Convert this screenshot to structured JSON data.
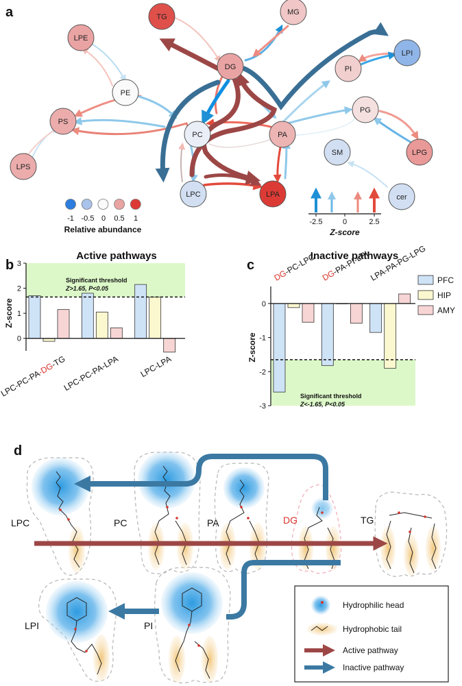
{
  "colors": {
    "red_dark": "#9c4746",
    "red": "#d9534f",
    "salmon": "#e98d84",
    "blue_dark": "#3a6f95",
    "blue": "#1e90d6",
    "blue_light": "#8ec8ea",
    "pfc": "#cfe3f7",
    "hip": "#fbf7cf",
    "amy": "#f8d5d5",
    "green_zone": "#dcf8c8"
  },
  "panel_a": {
    "letter": "a",
    "nodes": [
      {
        "id": "TG",
        "label": "TG",
        "value": 0.9
      },
      {
        "id": "MG",
        "label": "MG",
        "value": 0.3
      },
      {
        "id": "LPE",
        "label": "LPE",
        "value": 0.5
      },
      {
        "id": "DG",
        "label": "DG",
        "value": 0.5
      },
      {
        "id": "LPI",
        "label": "LPI",
        "value": -0.6
      },
      {
        "id": "PE",
        "label": "PE",
        "value": 0.0
      },
      {
        "id": "PI",
        "label": "PI",
        "value": 0.25
      },
      {
        "id": "PS",
        "label": "PS",
        "value": 0.45
      },
      {
        "id": "PC",
        "label": "PC",
        "value": -0.1
      },
      {
        "id": "PA",
        "label": "PA",
        "value": 0.4
      },
      {
        "id": "PG",
        "label": "PG",
        "value": 0.15
      },
      {
        "id": "SM",
        "label": "SM",
        "value": -0.25
      },
      {
        "id": "LPG",
        "label": "LPG",
        "value": 0.55
      },
      {
        "id": "cer",
        "label": "cer",
        "value": -0.25
      },
      {
        "id": "LPS",
        "label": "LPS",
        "value": 0.45
      },
      {
        "id": "LPC",
        "label": "LPC",
        "value": -0.25
      },
      {
        "id": "LPA",
        "label": "LPA",
        "value": 1.0
      }
    ],
    "abundance_legend": {
      "values": [
        "-1",
        "-0.5",
        "0",
        "0.5",
        "1"
      ],
      "label": "Relative abundance"
    },
    "zscore_legend": {
      "values": [
        "-2.5",
        "0",
        "2.5"
      ],
      "label": "Z-score"
    }
  },
  "chart_data": [
    {
      "panel": "b",
      "type": "bar",
      "title": "Active pathways",
      "ylabel": "Z-score",
      "ylim": [
        -0.5,
        3
      ],
      "yticks": [
        "0",
        "1",
        "2",
        "3"
      ],
      "categories": [
        "LPC-PC-PA-DG-TG",
        "LPC-PC-PA-LPA",
        "LPC-LPA"
      ],
      "series": [
        {
          "name": "PFC",
          "values": [
            1.7,
            1.8,
            2.15
          ]
        },
        {
          "name": "HIP",
          "values": [
            -0.12,
            1.05,
            1.65
          ]
        },
        {
          "name": "AMY",
          "values": [
            1.15,
            0.42,
            -0.55
          ]
        }
      ],
      "threshold": 1.65,
      "threshold_text": [
        "Significant threshold",
        "Z>1.65, P<0.05"
      ]
    },
    {
      "panel": "c",
      "type": "bar",
      "title": "Inactive pathways",
      "ylabel": "Z-score",
      "ylim": [
        -3,
        0.5
      ],
      "yticks": [
        "0",
        "-1",
        "-2",
        "-3"
      ],
      "categories": [
        "DG-PC-LPC",
        "DG-PA-PI-LPI",
        "LPA-PA-PG-LPG"
      ],
      "series": [
        {
          "name": "PFC",
          "values": [
            -2.6,
            -1.82,
            -0.85
          ]
        },
        {
          "name": "HIP",
          "values": [
            -0.12,
            0.0,
            -1.9
          ]
        },
        {
          "name": "AMY",
          "values": [
            -0.55,
            -0.58,
            0.28
          ]
        }
      ],
      "threshold": -1.65,
      "threshold_text": [
        "Significant threshold",
        "Z<-1.65, P<0.05"
      ],
      "legend": [
        "PFC",
        "HIP",
        "AMY"
      ]
    }
  ],
  "panel_d": {
    "letter": "d",
    "molecules": [
      "LPC",
      "PC",
      "PA",
      "DG",
      "TG",
      "LPI",
      "PI"
    ],
    "legend": {
      "head": "Hydrophilic head",
      "tail": "Hydrophobic tail",
      "active": "Active pathway",
      "inactive": "Inactive pathway"
    }
  }
}
